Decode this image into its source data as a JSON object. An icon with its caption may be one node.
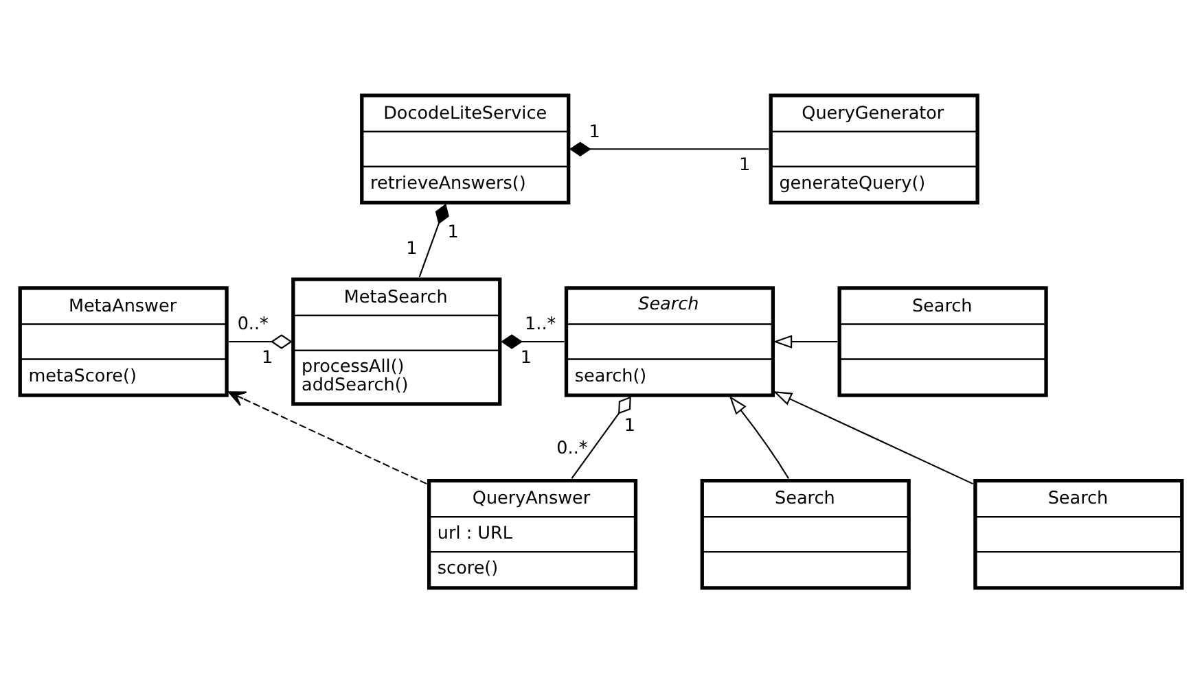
{
  "diagram": {
    "nodes": [
      {
        "text": [
          "DocodeLiteService",
          "retrieveAnswers()"
        ]
      },
      {
        "text": [
          "QueryGenerator",
          "generateQuery()"
        ]
      },
      {
        "text": [
          "Search"
        ]
      },
      {
        "text": [
          "MetaSearch",
          "processAll()",
          "addSearch()"
        ]
      },
      {
        "text": [
          "Search",
          "search()"
        ]
      },
      {
        "text": [
          "Search"
        ]
      },
      {
        "text": [
          "MetaAnswer",
          "metaScore()"
        ]
      },
      {
        "text": [
          "QueryAnswer",
          "url : URL",
          "score()"
        ]
      },
      {
        "text": [
          "Search"
        ]
      }
    ],
    "edges": [
      {
        "from": 0,
        "to": 1,
        "arrow": "other"
      },
      {
        "from": 0,
        "to": 3,
        "arrow": "other"
      },
      {
        "from": 3,
        "to": 4,
        "arrow": "other"
      },
      {
        "from": 3,
        "to": 6,
        "arrow": "other"
      },
      {
        "from": 4,
        "to": 7,
        "arrow": "other"
      },
      {
        "from": 7,
        "to": 6,
        "arrow": "to",
        "style": "dashed"
      },
      {
        "from": 2,
        "to": 4,
        "arrow": "to"
      },
      {
        "from": 5,
        "to": 4,
        "arrow": "to"
      },
      {
        "from": 8,
        "to": 4,
        "arrow": "to"
      }
    ],
    "labels": [
      "1",
      "1",
      "1",
      "1",
      "0..*",
      "1",
      "1",
      "1..*",
      "1",
      "0..*"
    ]
  }
}
